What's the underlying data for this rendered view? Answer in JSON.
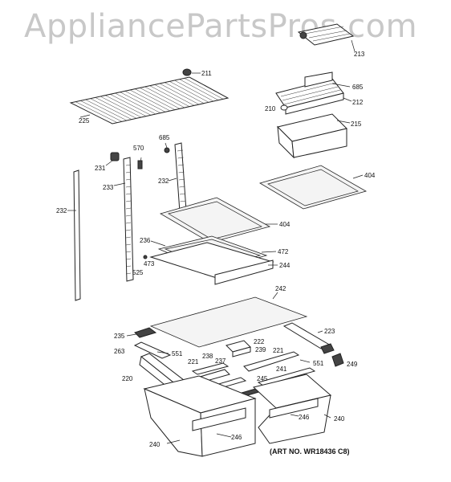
{
  "watermark": "AppliancePartsPros.com",
  "art_number": "(ART NO. WR18436 C8)",
  "part_labels": {
    "p213": "213",
    "p211": "211",
    "p685a": "685",
    "p212": "212",
    "p210": "210",
    "p225": "225",
    "p215": "215",
    "p570": "570",
    "p685b": "685",
    "p231": "231",
    "p233": "233",
    "p232a": "232",
    "p404a": "404",
    "p232b": "232",
    "p404b": "404",
    "p236": "236",
    "p472": "472",
    "p473": "473",
    "p244": "244",
    "p525": "525",
    "p242": "242",
    "p235": "235",
    "p222": "222",
    "p223": "223",
    "p239": "239",
    "p263": "263",
    "p551a": "551",
    "p221a": "221",
    "p238": "238",
    "p237": "237",
    "p221b": "221",
    "p249": "249",
    "p220": "220",
    "p551b": "551",
    "p245": "245",
    "p241": "241",
    "p246a": "246",
    "p240a": "240",
    "p246b": "246",
    "p240b": "240"
  }
}
